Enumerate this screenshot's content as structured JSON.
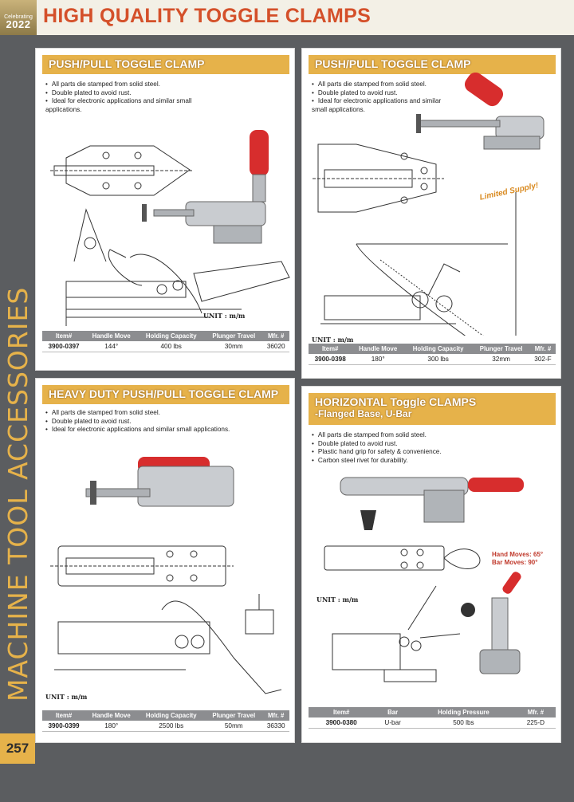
{
  "header": {
    "badge_text": "Celebrating",
    "badge_year": "2022",
    "title": "HIGH QUALITY TOGGLE CLAMPS"
  },
  "sidebar": {
    "category": "MACHINE TOOL ACCESSORIES",
    "page_number": "257"
  },
  "colors": {
    "accent": "#e6b24a",
    "title": "#d4502a",
    "handle_red": "#d72d2d",
    "table_header": "#8c8d90"
  },
  "cards": [
    {
      "title": "PUSH/PULL TOGGLE CLAMP",
      "bullets": [
        "All parts die stamped from solid steel.",
        "Double plated to avoid rust.",
        "Ideal for electronic applications and similar small applications."
      ],
      "unit": "UNIT : m/m",
      "columns": [
        "Item#",
        "Handle Move",
        "Holding Capacity",
        "Plunger Travel",
        "Mfr. #"
      ],
      "row": [
        "3900-0397",
        "144°",
        "400 lbs",
        "30mm",
        "36020"
      ]
    },
    {
      "title": "PUSH/PULL TOGGLE CLAMP",
      "bullets": [
        "All parts die stamped from solid steel.",
        "Double plated to avoid rust.",
        "Ideal for electronic applications and similar small applications."
      ],
      "badge": "Limited Supply!",
      "unit": "UNIT : m/m",
      "columns": [
        "Item#",
        "Handle Move",
        "Holding Capacity",
        "Plunger Travel",
        "Mfr. #"
      ],
      "row": [
        "3900-0398",
        "180°",
        "300 lbs",
        "32mm",
        "302-F"
      ]
    },
    {
      "title": "HEAVY DUTY PUSH/PULL TOGGLE CLAMP",
      "bullets": [
        "All parts die stamped from solid steel.",
        "Double plated to avoid rust.",
        "Ideal for electronic applications and similar small applications."
      ],
      "unit": "UNIT : m/m",
      "columns": [
        "Item#",
        "Handle Move",
        "Holding Capacity",
        "Plunger Travel",
        "Mfr. #"
      ],
      "row": [
        "3900-0399",
        "180°",
        "2500 lbs",
        "50mm",
        "36330"
      ]
    },
    {
      "title": "HORIZONTAL Toggle CLAMPS",
      "subtitle": "-Flanged Base, U-Bar",
      "bullets": [
        "All parts die stamped from solid steel.",
        "Double plated to avoid rust.",
        "Plastic hand grip for safety & convenience.",
        "Carbon steel rivet for durability."
      ],
      "moves": [
        "Hand Moves: 65°",
        "Bar Moves: 90°"
      ],
      "unit": "UNIT : m/m",
      "columns": [
        "Item#",
        "Bar",
        "Holding Pressure",
        "Mfr. #"
      ],
      "row": [
        "3900-0380",
        "U-bar",
        "500 lbs",
        "225-D"
      ]
    }
  ]
}
